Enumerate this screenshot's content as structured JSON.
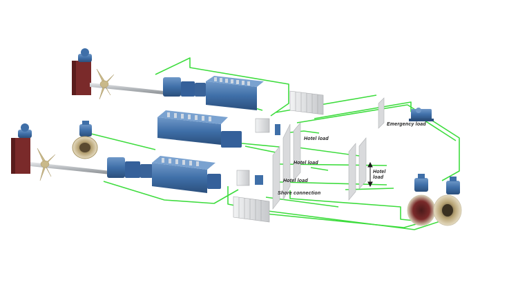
{
  "labels": {
    "emergency_load": "Emergency load",
    "hotel_load_1": "Hotel load",
    "hotel_load_2": "Hotel load",
    "hotel_load_3": "Hotel load",
    "hotel_load_4": "Hotel load",
    "shore_connection": "Shore connection"
  },
  "colors": {
    "cable": "#3ddc3d",
    "machinery": "#3f6fa8",
    "machinery_dark": "#2b4f7c",
    "switchboard": "#d9dadc",
    "rudder": "#7a2a2a",
    "propeller": "#c9b98a",
    "shaft": "#b5b9bd"
  },
  "icons": [
    "generator-set",
    "electric-motor",
    "gearbox",
    "propeller",
    "rudder",
    "shaft",
    "switchboard",
    "transformer",
    "converter-cabinet",
    "tunnel-thruster"
  ]
}
